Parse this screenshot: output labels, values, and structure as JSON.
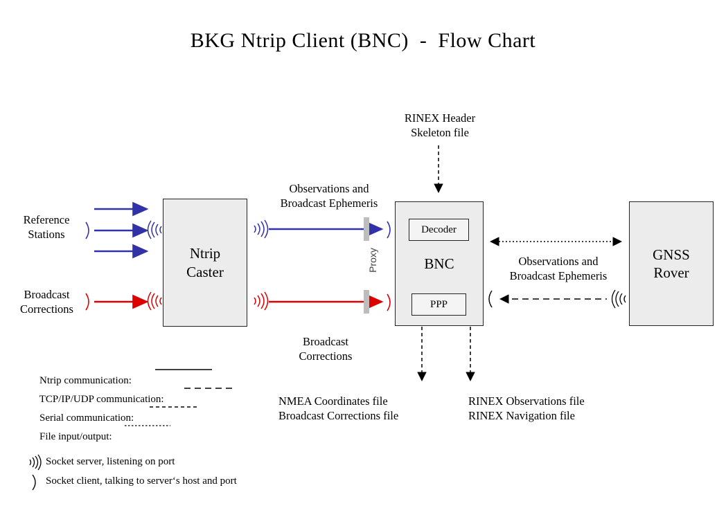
{
  "title": "BKG Ntrip Client (BNC)  -  Flow Chart",
  "colors": {
    "blue": "#3232a8",
    "red": "#dd0000",
    "black": "#000000",
    "box_fill": "#ececec",
    "sub_box_fill": "#f4f4f4",
    "proxy_bar": "#bdbdbd"
  },
  "nodes": {
    "ntrip_caster": "Ntrip\nCaster",
    "bnc": "BNC",
    "decoder": "Decoder",
    "ppp": "PPP",
    "gnss_rover": "GNSS\nRover"
  },
  "labels": {
    "reference_stations": "Reference\nStations",
    "broadcast_corrections_in": "Broadcast\nCorrections",
    "observations_ephemeris_left": "Observations and\nBroadcast Ephemeris",
    "broadcast_corrections_mid": "Broadcast\nCorrections",
    "proxy": "Proxy",
    "rinex_header_skeleton": "RINEX Header\nSkeleton file",
    "observations_ephemeris_right": "Observations and\nBroadcast Ephemeris",
    "nmea_outputs": "NMEA Coordinates file\nBroadcast Corrections file",
    "rinex_outputs": "RINEX Observations file\nRINEX Navigation file"
  },
  "legend": {
    "lines": [
      {
        "label": "Ntrip communication:",
        "style": "solid"
      },
      {
        "label": "TCP/IP/UDP communication:",
        "style": "long-dash"
      },
      {
        "label": "Serial communication:",
        "style": "medium-dash"
      },
      {
        "label": "File input/output:",
        "style": "fine-dot"
      }
    ],
    "sockets": [
      {
        "glyph": "socket-server-icon",
        "label": "Socket server, listening on port"
      },
      {
        "glyph": "socket-client-icon",
        "label": "Socket client, talking to server‘s host and port"
      }
    ]
  }
}
